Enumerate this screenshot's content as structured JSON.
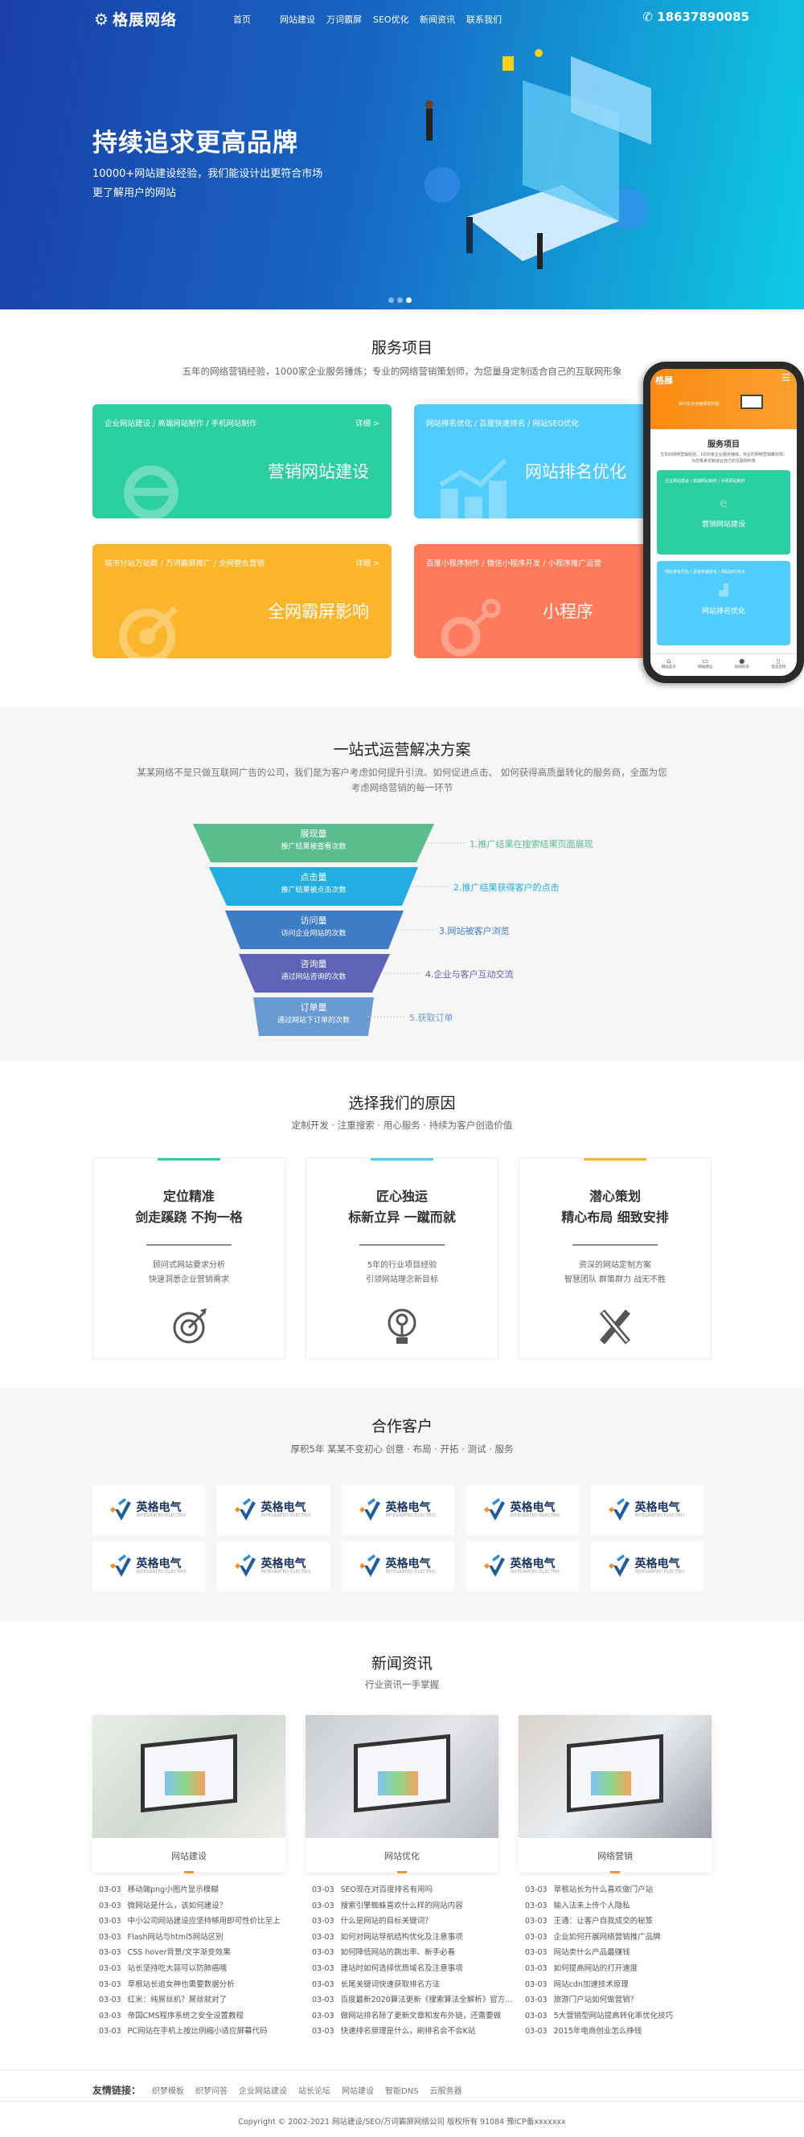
{
  "header": {
    "logo": "格展网络",
    "nav": [
      "首页",
      "网站建设",
      "万词霸屏",
      "SEO优化",
      "新闻资讯",
      "联系我们"
    ],
    "phone": "18637890085"
  },
  "hero": {
    "title": "持续追求更高品牌",
    "sub1": "10000+网站建设经验，我们能设计出更符合市场",
    "sub2": "更了解用户的网站",
    "slides": 3,
    "active_slide": 3
  },
  "services": {
    "title": "服务项目",
    "sub": "五年的网络营销经验，1000家企业服务锤炼；专业的网络营销策划师，为您量身定制适合自己的互联网形象",
    "more": "详细 >",
    "cards": [
      {
        "tags": "企业网站建设 / 高端网站制作 / 手机网站制作",
        "title": "营销网站建设",
        "color": "#2ccfa0"
      },
      {
        "tags": "网站排名优化 / 百度快速排名 / 网站SEO优化",
        "title": "网站排名优化",
        "color": "#52ccfb"
      },
      {
        "tags": "城市分站万站群 / 万词霸屏推广 / 全网整合营销",
        "title": "全网霸屏影响",
        "color": "#fbb52a"
      },
      {
        "tags": "百度小程序制作 / 微信小程序开发 / 小程序推广运营",
        "title": "小程序",
        "color": "#fd7b5b"
      }
    ]
  },
  "mobile": {
    "logo": "格展",
    "banner_text": "SEO优化全面保驾护航",
    "title": "服务项目",
    "sub": "五年的网络营销经验，1000家企业服务锤炼；专业的网络营销策划师，为您量身定制适合自己的互联网形象",
    "cards": [
      {
        "tags": "企业网站建设 / 高端网站制作 / 手机网站制作",
        "title": "营销网站建设"
      },
      {
        "tags": "网站排名优化 / 百度快速排名 / 网站SEO优化",
        "title": "网站排名优化"
      }
    ],
    "tabs": [
      "网站首页",
      "网站建设",
      "新闻资讯",
      "电话咨询"
    ]
  },
  "solution": {
    "title": "一站式运营解决方案",
    "sub": "某某网络不是只做互联网广告的公司，我们是为客户考虑如何提升引流、如何促进点击、 如何获得高质量转化的服务商，全面为您考虑网络营销的每一环节",
    "funnel": [
      {
        "name": "展现量",
        "desc": "推广结果被查看次数",
        "note": "1.推广结果在搜索结果页面展现",
        "color": "#5bbd8e"
      },
      {
        "name": "点击量",
        "desc": "推广结果被点击次数",
        "note": "2.推广结果获得客户的点击",
        "color": "#22aee0"
      },
      {
        "name": "访问量",
        "desc": "访问企业网站的次数",
        "note": "3.网站被客户浏览",
        "color": "#3f7cc6"
      },
      {
        "name": "咨询量",
        "desc": "通过网站咨询的次数",
        "note": "4.企业与客户互动交流",
        "color": "#5d63b6"
      },
      {
        "name": "订单量",
        "desc": "通过网站下订单的次数",
        "note": "5.获取订单",
        "color": "#6a9ad2"
      }
    ]
  },
  "why": {
    "title": "选择我们的原因",
    "sub": "定制开发 · 注重搜索 · 用心服务 · 持续为客户创造价值",
    "items": [
      {
        "h1": "定位精准",
        "h2": "剑走蹊跷 不拘一格",
        "p1": "顾问式网站要求分析",
        "p2": "快速洞悉企业营销需求",
        "icon": "target-icon",
        "color": "#2ccfa0"
      },
      {
        "h1": "匠心独运",
        "h2": "标新立异 一蹴而就",
        "p1": "5年的行业项目经验",
        "p2": "引领网站理念新目标",
        "icon": "lightbulb-icon",
        "color": "#52ccfb"
      },
      {
        "h1": "潜心策划",
        "h2": "精心布局 细致安排",
        "p1": "资深的网站定制方案",
        "p2": "智慧团队 群策群力 战无不胜",
        "icon": "pencil-ruler-icon",
        "color": "#fbb52a"
      }
    ]
  },
  "partners": {
    "title": "合作客户",
    "sub": "厚积5年 某某不变初心 创意 · 布局 · 开拓 · 测试 · 服务",
    "logo_cn": "英格电气",
    "logo_en": "INTEGRATED ELECTRIC",
    "count": 10
  },
  "news": {
    "title": "新闻资讯",
    "sub": "行业资讯一手掌握",
    "cols": [
      {
        "label": "网站建设",
        "items": [
          "移动端png小图片显示模糊",
          "微网站是什么，该如何建设？",
          "中小公司网站建设应坚持够用即可性价比至上",
          "Flash网站与html5网站区别",
          "CSS hover背景/文字渐变效果",
          "站长坚持吃大蒜可以防肺癌哦",
          "草根站长追女神也需要数据分析",
          "红米：纯屌丝机？屌丝就对了",
          "帝国CMS程序系统之安全设置教程",
          "PC网站在手机上按比例缩小适应屏幕代码"
        ]
      },
      {
        "label": "网站优化",
        "items": [
          "SEO现在对百度排名有用吗",
          "搜索引擎蜘蛛喜欢什么样的网站内容",
          "什么是网站的目标关键词？",
          "如何对网站导航结构优化及注意事项",
          "如何降低网站的跳出率、新手必看",
          "建站时如何选择优质域名及注意事项",
          "长尾关键词快速获取排名方法",
          "百度最新2020算法更新《搜索算法全解析》官方...",
          "做网站排名除了更新文章和发布外链，还需要做",
          "快速排名原理是什么，刷排名会不会K站"
        ]
      },
      {
        "label": "网络营销",
        "items": [
          "草根站长为什么喜欢做门户站",
          "输入法未上传个人隐私",
          "王通：让客户自我成交的秘笈",
          "企业如何开展网络营销推广品牌",
          "网站卖什么产品最赚钱",
          "如何提高网站的打开速度",
          "网站cdn加速技术原理",
          "旅游门户站如何做营销？",
          "5大营销型网站提高转化率优化技巧",
          "2015年电商创业怎么挣钱"
        ]
      }
    ],
    "date": "03-03"
  },
  "footer": {
    "links_label": "友情链接：",
    "links": [
      "织梦模板",
      "织梦问答",
      "企业网站建设",
      "站长论坛",
      "网站建设",
      "智能DNS",
      "云服务器"
    ],
    "copyright": "Copyright © 2002-2021 网站建设/SEO/万词霸屏网络公司 版权所有 91084 豫ICP备xxxxxxx"
  }
}
